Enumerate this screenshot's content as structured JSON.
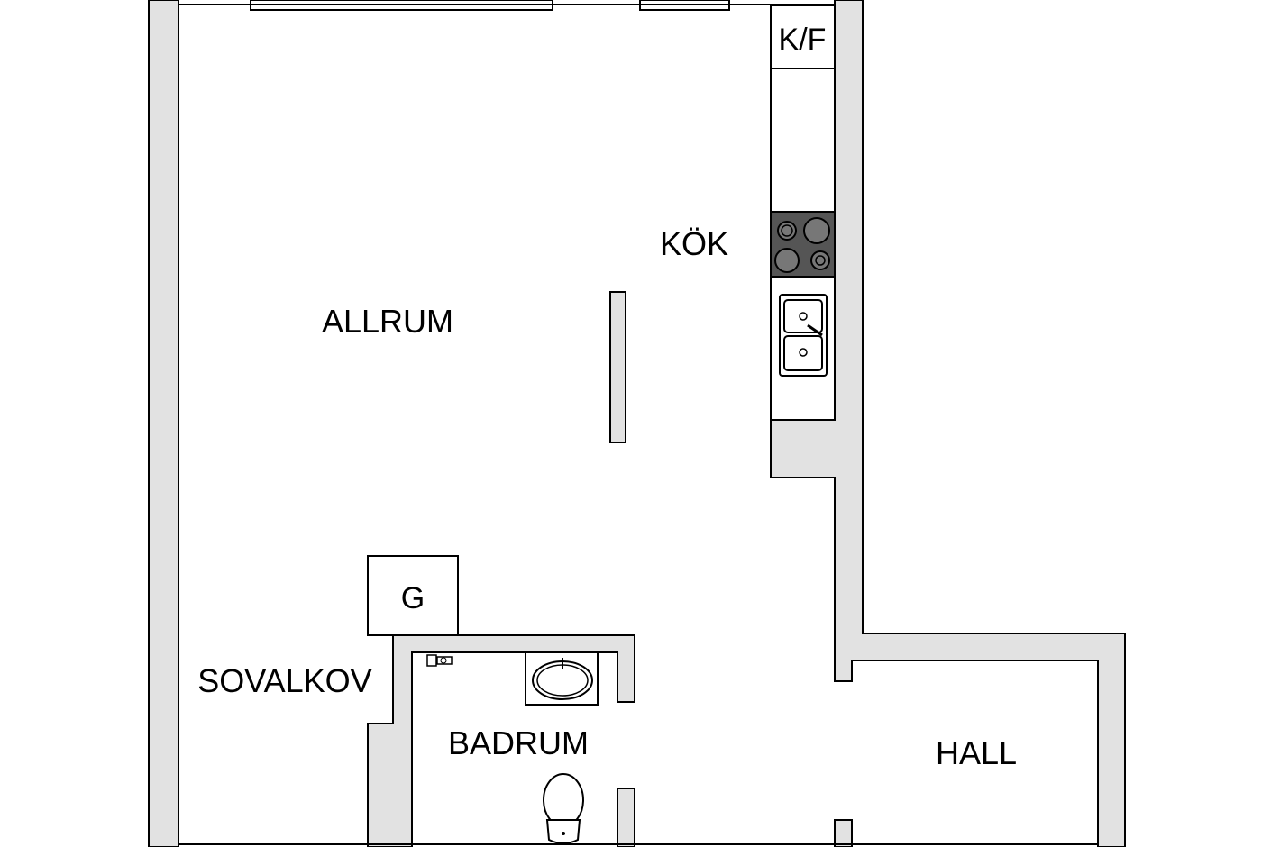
{
  "rooms": {
    "allrum": "ALLRUM",
    "kok": "KÖK",
    "sovalkov": "SOVALKOV",
    "badrum": "BADRUM",
    "hall": "HALL"
  },
  "fixtures": {
    "fridge_freezer": "K/F",
    "wardrobe": "G"
  },
  "colors": {
    "wall_fill": "#e2e2e2",
    "line": "#000000",
    "background": "#ffffff",
    "stove_top": "#555555",
    "burner": "#777777"
  }
}
